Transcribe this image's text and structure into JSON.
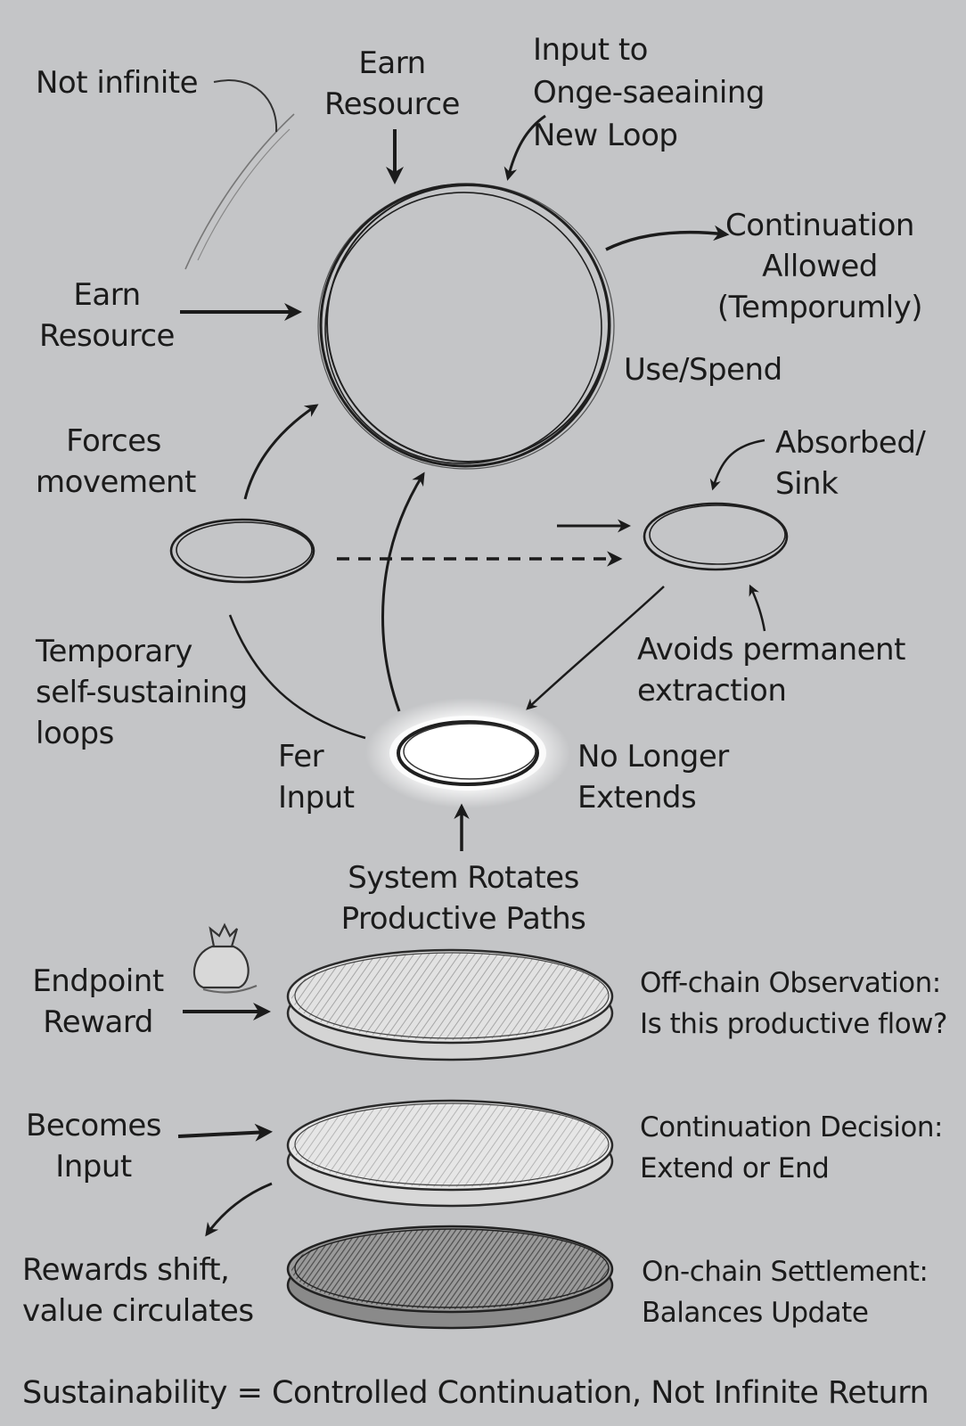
{
  "labels": {
    "not_infinite": "Not infinite",
    "earn_resource_top": "Earn\nResource",
    "input_to_loop": "Input to\nOnge-saeaining\nNew Loop",
    "continuation_allowed": "Continuation\nAllowed\n(Temporumly)",
    "earn_resource_left": "Earn\nResource",
    "use_spend": "Use/Spend",
    "forces_movement": "Forces\nmovement",
    "absorbed_sink": "Absorbed/\nSink",
    "temporary_loops": "Temporary\nself-sustaining\nloops",
    "avoids_extraction": "Avoids permanent\nextraction",
    "fer_input": "Fer\nInput",
    "no_longer_extends": "No Longer\nExtends",
    "system_rotates": "System Rotates\nProductive Paths",
    "endpoint_reward": "Endpoint\nReward",
    "off_chain_observation": "Off-chain Observation:\nIs this productive flow?",
    "becomes_input": "Becomes\nInput",
    "continuation_decision": "Continuation Decision:\nExtend or End",
    "rewards_shift": "Rewards shift,\nvalue circulates",
    "on_chain_settlement": "On-chain Settlement:\nBalances Update"
  },
  "footer": "Sustainability = Controlled Continuation, Not Infinite Return",
  "icons": {
    "reward": "money-bag-icon"
  },
  "colors": {
    "background": "#c4c5c7",
    "ink": "#1b1b1b",
    "glow": "#ffffff"
  }
}
